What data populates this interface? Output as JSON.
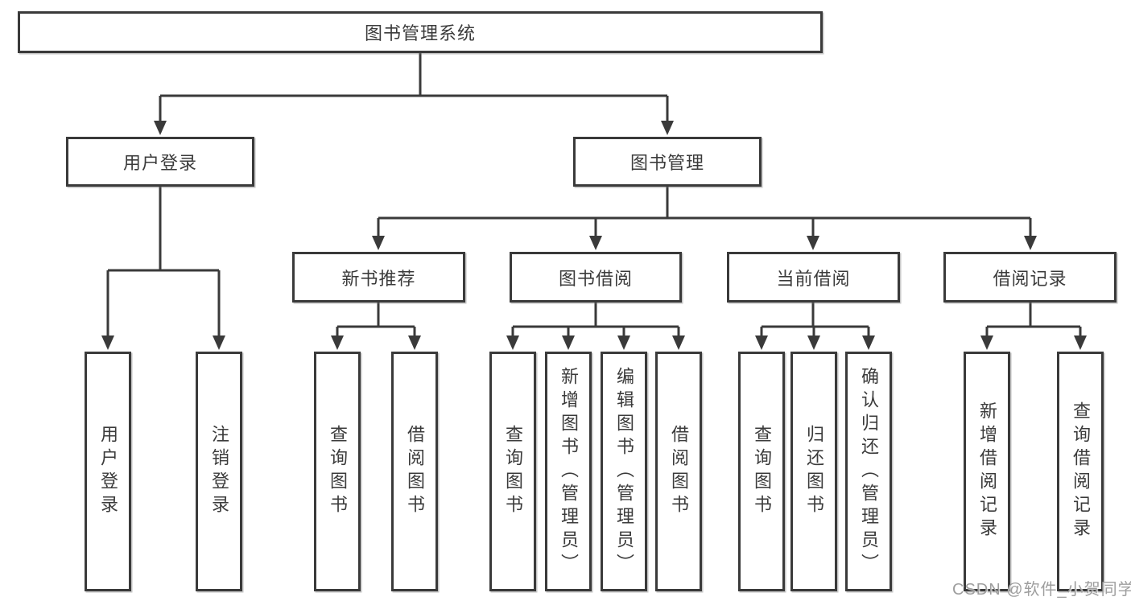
{
  "diagram": {
    "root": {
      "label": "图书管理系统"
    },
    "branches": [
      {
        "label": "用户登录",
        "children": [
          {
            "label": "用户登录"
          },
          {
            "label": "注销登录"
          }
        ]
      },
      {
        "label": "图书管理",
        "children": [
          {
            "label": "新书推荐",
            "children": [
              {
                "label": "查询图书"
              },
              {
                "label": "借阅图书"
              }
            ]
          },
          {
            "label": "图书借阅",
            "children": [
              {
                "label": "查询图书"
              },
              {
                "label": "新增图书（管理员）"
              },
              {
                "label": "编辑图书（管理员）"
              },
              {
                "label": "借阅图书"
              }
            ]
          },
          {
            "label": "当前借阅",
            "children": [
              {
                "label": "查询图书"
              },
              {
                "label": "归还图书"
              },
              {
                "label": "确认归还（管理员）"
              }
            ]
          },
          {
            "label": "借阅记录",
            "children": [
              {
                "label": "新增借阅记录"
              },
              {
                "label": "查询借阅记录"
              }
            ]
          }
        ]
      }
    ]
  },
  "watermark": {
    "text": "CSDN @软件_小贺同学"
  },
  "colors": {
    "line": "#3a3a3a",
    "border": "#3a3a3a",
    "text": "#3b3b3b",
    "watermark": "#9e9e9e",
    "background": "#ffffff"
  }
}
